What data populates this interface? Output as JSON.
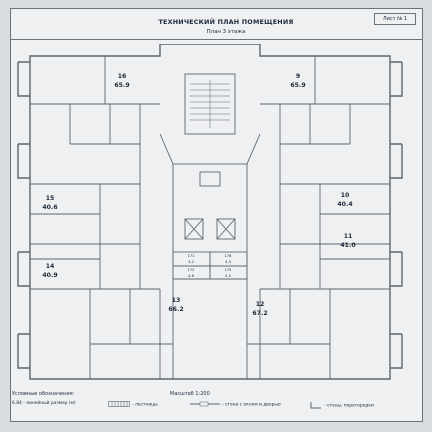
{
  "header": {
    "title": "ТЕХНИЧЕСКИЙ ПЛАН ПОМЕЩЕНИЯ",
    "subtitle": "План 3 этажа",
    "sheet": "Лист № 1"
  },
  "rooms": [
    {
      "num": "16",
      "area": "65.9"
    },
    {
      "num": "9",
      "area": "65.9"
    },
    {
      "num": "15",
      "area": "40.6"
    },
    {
      "num": "10",
      "area": "40.4"
    },
    {
      "num": "14",
      "area": "40.9"
    },
    {
      "num": "11",
      "area": "41.0"
    },
    {
      "num": "13",
      "area": "66.2"
    },
    {
      "num": "12",
      "area": "67.2"
    }
  ],
  "small_rooms": [
    {
      "num": "171",
      "area": "4.2"
    },
    {
      "num": "176",
      "area": "4.3"
    },
    {
      "num": "172",
      "area": "4.6"
    },
    {
      "num": "175",
      "area": "4.5"
    }
  ],
  "legend": {
    "title": "Условные обозначения:",
    "scale": "Масштаб 1:200",
    "sample_value": "6.84",
    "items": [
      "- линейный размер (м)",
      "- лестницы",
      "- стена с окном и дверью",
      "- стены, перегородки"
    ]
  },
  "colors": {
    "paper": "#eef0f2",
    "ink": "#1d2a3a",
    "wall": "#5e6570"
  }
}
